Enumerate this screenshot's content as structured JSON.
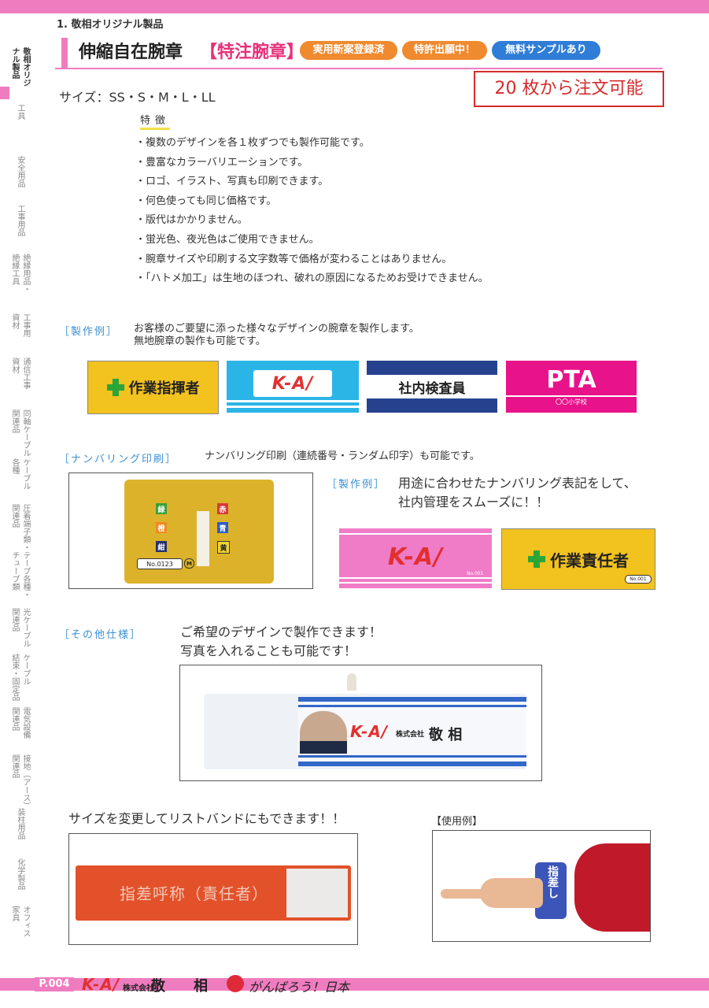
{
  "header": {
    "breadcrumb": "1. 敬相オリジナル製品",
    "title": "伸縮自在腕章",
    "title_sub": "【特注腕章】",
    "badges": [
      {
        "label": "実用新案登録済",
        "color": "#f08a2e"
      },
      {
        "label": "特許出願中！",
        "color": "#f08a2e"
      },
      {
        "label": "無料サンプルあり",
        "color": "#2f7dd6"
      }
    ]
  },
  "order_box": "20 枚から注文可能",
  "sizes": "サイズ：SS・S・M・L・LL",
  "features": {
    "heading": "特徴",
    "items": [
      "・複数のデザインを各１枚ずつでも製作可能です。",
      "・豊富なカラーバリエーションです。",
      "・ロゴ、イラスト、写真も印刷できます。",
      "・何色使っても同じ価格です。",
      "・版代はかかりません。",
      "・蛍光色、夜光色はご使用できません。",
      "・腕章サイズや印刷する文字数等で価格が変わることはありません。",
      "・「ハトメ加工」は生地のほつれ、破れの原因になるためお受けできません。"
    ]
  },
  "examples": {
    "heading": "［製作例］",
    "text1": "お客様のご要望に添った様々なデザインの腕章を製作します。",
    "text2": "無地腕章の製作も可能です。",
    "bands": [
      "作業指揮者",
      "K-A/",
      "社内検査員",
      "PTA",
      "〇〇小学校"
    ]
  },
  "numbering": {
    "heading": "［ナンバリング印刷］",
    "text": "ナンバリング印刷（連続番号・ランダム印字）も可能です。",
    "photo_labels": [
      "緑",
      "赤",
      "橙",
      "青",
      "紺",
      "黄",
      "No.0123",
      "M"
    ],
    "example_heading": "［製作例］",
    "example_text1": "用途に合わせたナンバリング表記をして、",
    "example_text2": "社内管理をスムーズに！！",
    "bands": [
      "K-A/",
      "No.001",
      "作業責任者",
      "No.001"
    ]
  },
  "other": {
    "heading": "［その他仕様］",
    "text1": "ご希望のデザインで製作できます！",
    "text2": "写真を入れることも可能です！",
    "photo_company": "株式会社",
    "photo_name": "敬 相",
    "photo_logo": "K-A/"
  },
  "wristband": {
    "text": "サイズを変更してリストバンドにもできます！！",
    "band_label": "指差呼称（責任者）",
    "usage_heading": "【使用例】",
    "usage_band": "指差し"
  },
  "sidebar": {
    "items": [
      {
        "cols": [
          "敬相オリジ",
          "ナル製品"
        ],
        "active": true
      },
      {
        "cols": [
          "工具"
        ]
      },
      {
        "cols": [
          "安全用品"
        ]
      },
      {
        "cols": [
          "工事用品"
        ]
      },
      {
        "cols": [
          "絶縁用品・",
          "絶縁工具"
        ]
      },
      {
        "cols": [
          "工事用",
          "資材"
        ]
      },
      {
        "cols": [
          "通信工事",
          "資材"
        ]
      },
      {
        "cols": [
          "同軸ケーブル",
          "関連品"
        ]
      },
      {
        "cols": [
          "ケーブル",
          "各種"
        ]
      },
      {
        "cols": [
          "圧着端子類・",
          "関連品"
        ]
      },
      {
        "cols": [
          "テープ各種・",
          "チューブ類"
        ]
      },
      {
        "cols": [
          "光ケーブル",
          "関連品"
        ]
      },
      {
        "cols": [
          "ケーブル",
          "結束・固定品"
        ]
      },
      {
        "cols": [
          "電気設備",
          "関連品"
        ]
      },
      {
        "cols": [
          "接地（アース）",
          "関連品"
        ]
      },
      {
        "cols": [
          "装柱用品"
        ]
      },
      {
        "cols": [
          "化学製品"
        ]
      },
      {
        "cols": [
          "オフィス",
          "家具"
        ]
      }
    ]
  },
  "footer": {
    "page": "P.004",
    "logo": "K-A/",
    "company": "株式会社",
    "name1": "敬",
    "name2": "相",
    "slogan": "がんばろう！日本"
  },
  "colors": {
    "accent": "#f07cc0",
    "section": "#3a8fd0",
    "order": "#d52b2b",
    "kai_red": "#e23030"
  }
}
